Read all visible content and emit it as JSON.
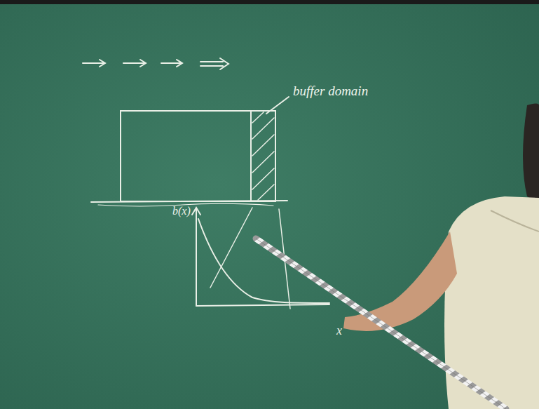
{
  "diagram": {
    "labels": [
      "buffer domain",
      "b(x)",
      "x"
    ]
  }
}
